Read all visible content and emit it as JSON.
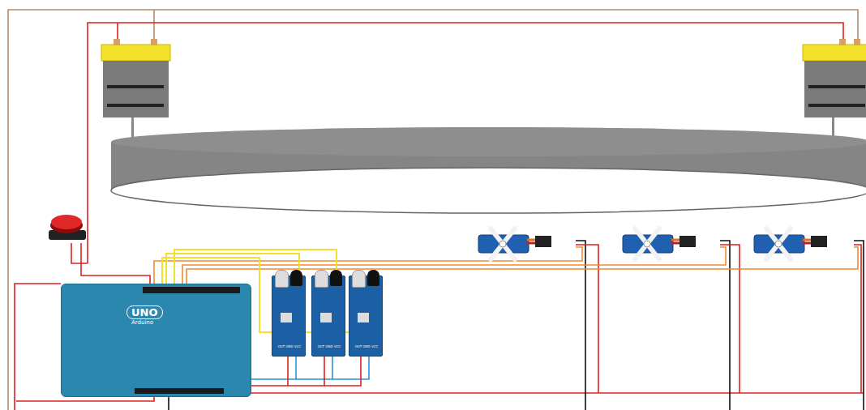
{
  "diagram": {
    "nodes": [
      {
        "text": [
          "UNO",
          "Arduino"
        ]
      },
      {
        "text": [
          "OUT GND VCC"
        ]
      },
      {
        "text": [
          "OUT GND VCC"
        ]
      },
      {
        "text": [
          "OUT GND VCC"
        ]
      }
    ],
    "edges": [
      {
        "from": 0,
        "to": 1,
        "arrow": "none"
      },
      {
        "from": 0,
        "to": 2,
        "arrow": "none"
      },
      {
        "from": 0,
        "to": 3,
        "arrow": "none"
      }
    ]
  }
}
